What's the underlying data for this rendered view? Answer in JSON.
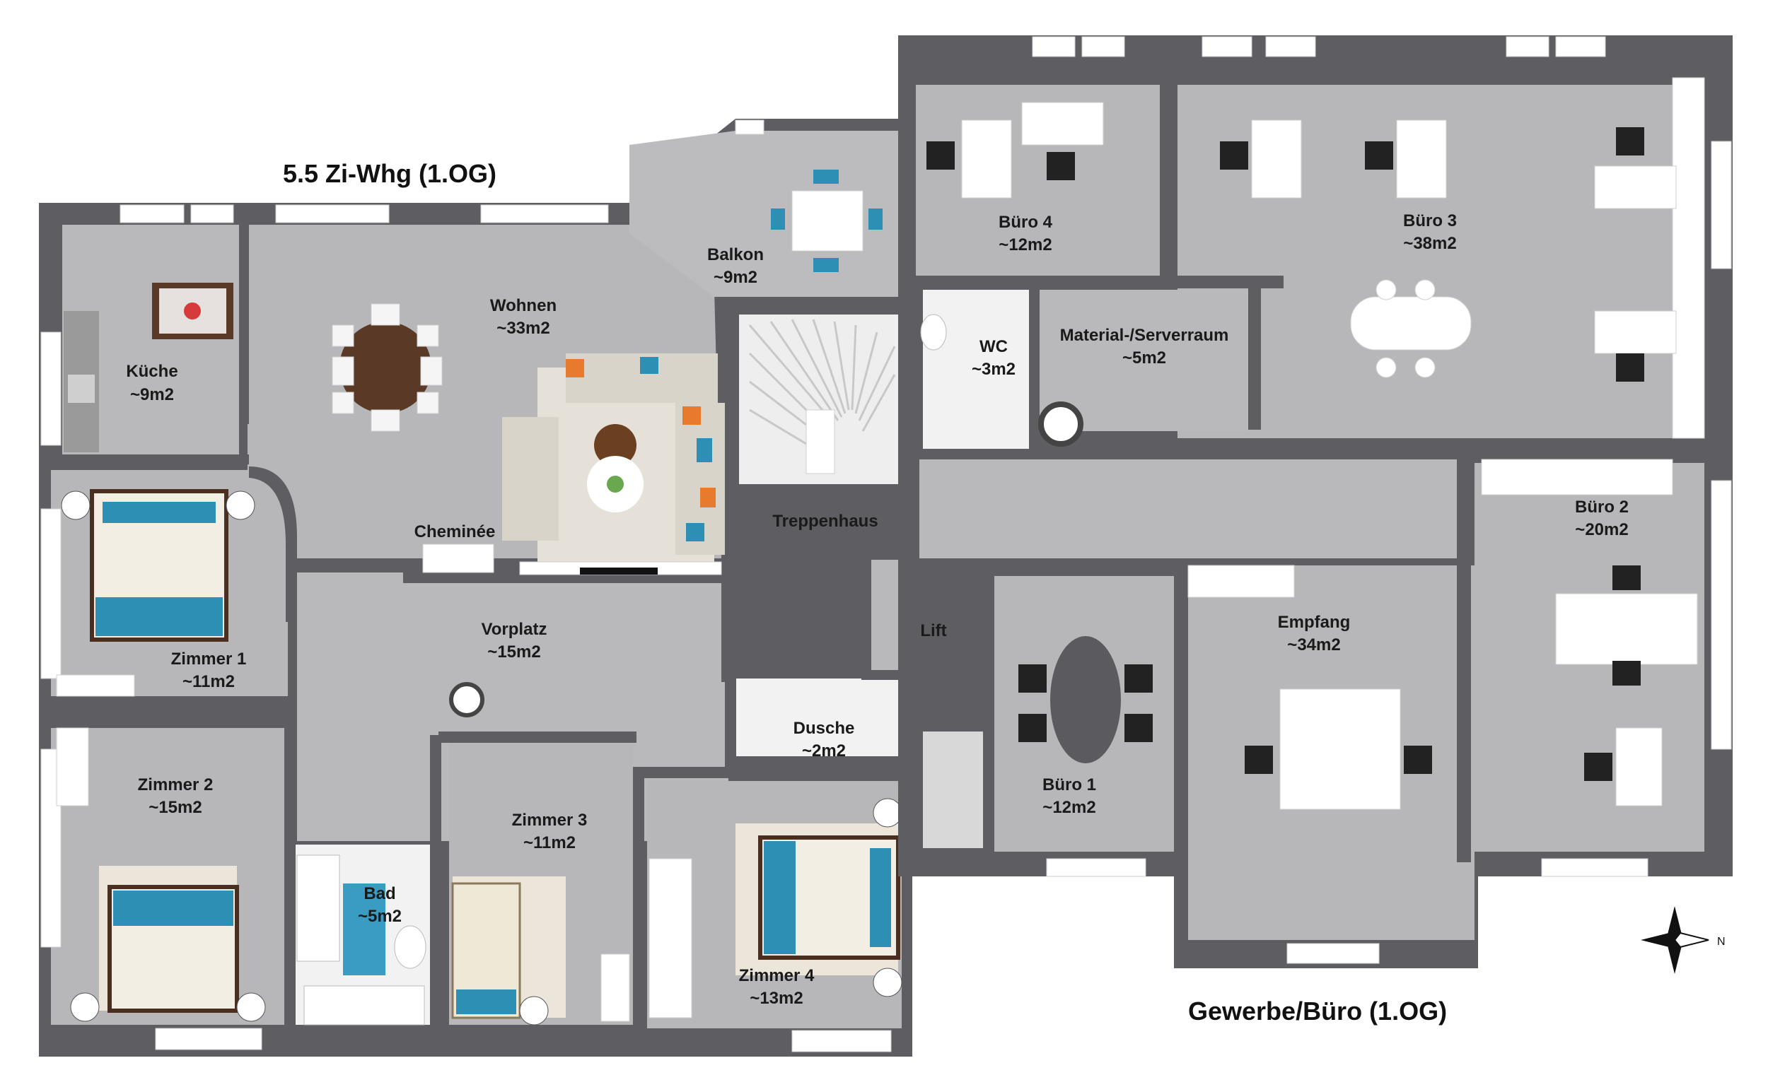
{
  "titles": {
    "apartment": "5.5 Zi-Whg (1.OG)",
    "office": "Gewerbe/Büro (1.OG)"
  },
  "rooms": {
    "kueche": {
      "name": "Küche",
      "area": "~9m2"
    },
    "wohnen": {
      "name": "Wohnen",
      "area": "~33m2"
    },
    "balkon": {
      "name": "Balkon",
      "area": "~9m2"
    },
    "cheminee": {
      "name": "Cheminée"
    },
    "zimmer1": {
      "name": "Zimmer 1",
      "area": "~11m2"
    },
    "vorplatz": {
      "name": "Vorplatz",
      "area": "~15m2"
    },
    "zimmer2": {
      "name": "Zimmer 2",
      "area": "~15m2"
    },
    "zimmer3": {
      "name": "Zimmer 3",
      "area": "~11m2"
    },
    "bad": {
      "name": "Bad",
      "area": "~5m2"
    },
    "zimmer4": {
      "name": "Zimmer 4",
      "area": "~13m2"
    },
    "dusche": {
      "name": "Dusche",
      "area": "~2m2"
    },
    "treppenhaus": {
      "name": "Treppenhaus"
    },
    "lift": {
      "name": "Lift"
    },
    "wc": {
      "name": "WC",
      "area": "~3m2"
    },
    "material": {
      "name": "Material-/Serverraum",
      "area": "~5m2"
    },
    "buero4": {
      "name": "Büro 4",
      "area": "~12m2"
    },
    "buero3": {
      "name": "Büro 3",
      "area": "~38m2"
    },
    "buero2": {
      "name": "Büro 2",
      "area": "~20m2"
    },
    "empfang": {
      "name": "Empfang",
      "area": "~34m2"
    },
    "buero1": {
      "name": "Büro 1",
      "area": "~12m2"
    }
  },
  "compass": {
    "north_label": "N"
  },
  "colors": {
    "wall": "#5d5d62",
    "floor": "#b7b7ba",
    "tile": "#f2f2f2",
    "accent": "#2e8fb5",
    "orange": "#e87a2e",
    "wood": "#5a3a26"
  }
}
